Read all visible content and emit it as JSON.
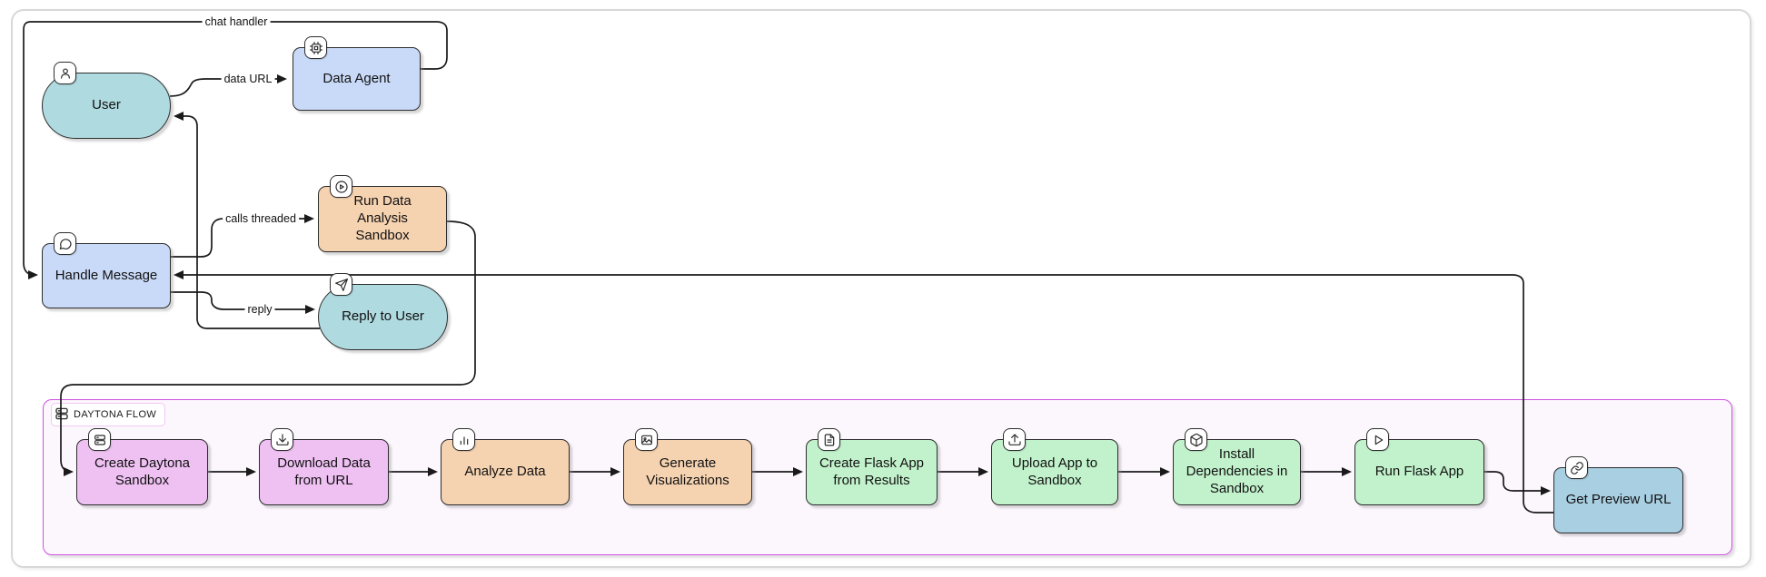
{
  "diagram": {
    "subgraph": {
      "label": "DAYTONA FLOW",
      "icon": "server-rack-icon"
    },
    "nodes": {
      "user": {
        "label": "User",
        "icon": "person-icon",
        "shape": "stadium",
        "color_key": "teal"
      },
      "data_agent": {
        "label": "Data Agent",
        "icon": "cpu-icon",
        "shape": "rect",
        "color_key": "blue"
      },
      "handle_message": {
        "label": "Handle Message",
        "icon": "chat-bubble-icon",
        "shape": "rect",
        "color_key": "blue"
      },
      "run_data_analysis_sandbox": {
        "label": "Run Data Analysis Sandbox",
        "icon": "play-circle-icon",
        "shape": "rect",
        "color_key": "peach"
      },
      "reply_to_user": {
        "label": "Reply to User",
        "icon": "paper-plane-icon",
        "shape": "stadium",
        "color_key": "teal"
      },
      "create_daytona_sandbox": {
        "label": "Create Daytona Sandbox",
        "icon": "server-rack-icon",
        "shape": "rect",
        "color_key": "pink"
      },
      "download_data_from_url": {
        "label": "Download Data from URL",
        "icon": "download-icon",
        "shape": "rect",
        "color_key": "pink"
      },
      "analyze_data": {
        "label": "Analyze Data",
        "icon": "bar-chart-icon",
        "shape": "rect",
        "color_key": "peach"
      },
      "generate_visualizations": {
        "label": "Generate Visualizations",
        "icon": "image-icon",
        "shape": "rect",
        "color_key": "peach"
      },
      "create_flask_app": {
        "label": "Create Flask App from Results",
        "icon": "file-text-icon",
        "shape": "rect",
        "color_key": "green"
      },
      "upload_app": {
        "label": "Upload App to Sandbox",
        "icon": "upload-icon",
        "shape": "rect",
        "color_key": "green"
      },
      "install_dependencies": {
        "label": "Install Dependencies in Sandbox",
        "icon": "package-icon",
        "shape": "rect",
        "color_key": "green"
      },
      "run_flask_app": {
        "label": "Run Flask App",
        "icon": "play-icon",
        "shape": "rect",
        "color_key": "green"
      },
      "get_preview_url": {
        "label": "Get Preview URL",
        "icon": "link-icon",
        "shape": "rect",
        "color_key": "lightblue"
      }
    },
    "edge_labels": {
      "chat_handler": "chat handler",
      "data_url": "data URL",
      "calls_threaded": "calls threaded",
      "reply": "reply"
    },
    "connections": [
      {
        "from": "user",
        "to": "data_agent",
        "label": "data URL"
      },
      {
        "from": "data_agent",
        "to": "handle_message",
        "label": "chat handler"
      },
      {
        "from": "handle_message",
        "to": "run_data_analysis_sandbox",
        "label": "calls threaded"
      },
      {
        "from": "handle_message",
        "to": "reply_to_user",
        "label": "reply"
      },
      {
        "from": "reply_to_user",
        "to": "user",
        "label": ""
      },
      {
        "from": "run_data_analysis_sandbox",
        "to": "create_daytona_sandbox",
        "label": ""
      },
      {
        "from": "create_daytona_sandbox",
        "to": "download_data_from_url",
        "label": ""
      },
      {
        "from": "download_data_from_url",
        "to": "analyze_data",
        "label": ""
      },
      {
        "from": "analyze_data",
        "to": "generate_visualizations",
        "label": ""
      },
      {
        "from": "generate_visualizations",
        "to": "create_flask_app",
        "label": ""
      },
      {
        "from": "create_flask_app",
        "to": "upload_app",
        "label": ""
      },
      {
        "from": "upload_app",
        "to": "install_dependencies",
        "label": ""
      },
      {
        "from": "install_dependencies",
        "to": "run_flask_app",
        "label": ""
      },
      {
        "from": "run_flask_app",
        "to": "get_preview_url",
        "label": ""
      },
      {
        "from": "get_preview_url",
        "to": "handle_message",
        "label": ""
      }
    ],
    "palette": {
      "teal": "#afdae0",
      "blue": "#c9daf8",
      "peach": "#f5d2b0",
      "pink": "#efc1f3",
      "green": "#c2f2cc",
      "lightblue": "#a9cfe2",
      "subgraph_fill": "#fcf6fd",
      "subgraph_border": "#cf52e2",
      "edge_color": "#1a1a1a"
    }
  }
}
